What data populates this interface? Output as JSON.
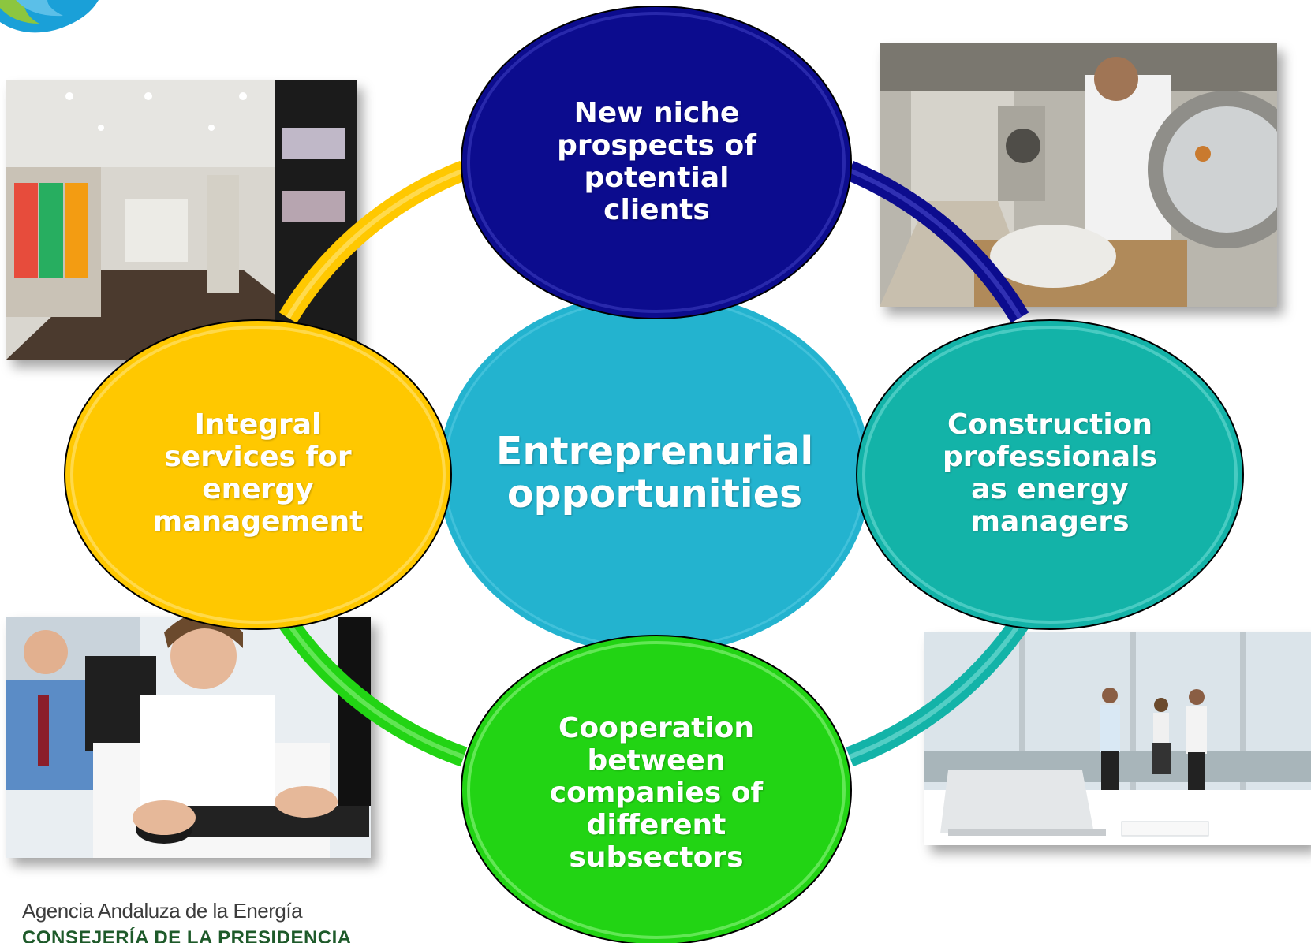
{
  "diagram": {
    "center": {
      "label": "Entreprenurial opportunities",
      "color": "#23b3cf"
    },
    "nodes": [
      {
        "id": "top",
        "label": "New niche prospects of potential clients",
        "color": "#0c0c8e"
      },
      {
        "id": "right",
        "label": "Construction professionals as energy managers",
        "color": "#13b3a8"
      },
      {
        "id": "bottom",
        "label": "Cooperation between companies of different subsectors",
        "color": "#22d414"
      },
      {
        "id": "left",
        "label": "Integral services for energy management",
        "color": "#ffc800"
      }
    ]
  },
  "photos": [
    {
      "id": "retail-store",
      "icon": "store-photo"
    },
    {
      "id": "laundry",
      "icon": "laundry-photo"
    },
    {
      "id": "call-center",
      "icon": "office-workers-photo"
    },
    {
      "id": "business-meeting",
      "icon": "meeting-photo"
    }
  ],
  "footer": {
    "agency": "Agencia Andaluza de la Energía",
    "department": "CONSEJERÍA DE LA PRESIDENCIA"
  }
}
